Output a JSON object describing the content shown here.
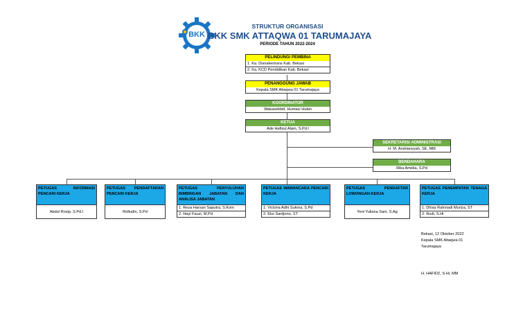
{
  "header": {
    "logo_text": "BKK",
    "subtitle": "STRUKTUR ORGANISASI",
    "title": "BKK SMK ATTAQWA 01 TARUMAJAYA",
    "period": "PERIODE TAHUN 2022-2024"
  },
  "pelindung": {
    "label": "PELINDUNG/ PEMBINA",
    "items": [
      "1. Ka. Disnakertrans Kab. Bekasi",
      "2. Ka. KCD Pendidikan Kab. Bekasi"
    ]
  },
  "penanggung_jawab": {
    "label": "PENANGGUNG JAWAB",
    "name": "Kepala SMK Attaqwa 01 Tarumajaya"
  },
  "koordinator": {
    "label": "KOORDINATOR",
    "name": "Wakasekbid. Humas/ Hubin"
  },
  "ketua": {
    "label": "KETUA",
    "name": "Ade Hafizul Alam, S.Pd.I"
  },
  "sekretaris": {
    "label": "SEKRETARIS/ ADMINISTRASI",
    "name": "H. M. Andriansyah, SE, MM"
  },
  "bendahara": {
    "label": "BENDAHARA",
    "name": "Rika Amelia, S.Pd"
  },
  "petugas": [
    {
      "label": "PETUGAS INFORMASI PENCARI KERJA",
      "names": [
        "Abdul Rosip, S.Pd.I"
      ]
    },
    {
      "label": "PETUGAS PENDAFTARAN PENCARI KERJA",
      "names": [
        "Rofiudin, S.Pd"
      ]
    },
    {
      "label": "PETUGAS PENYULUHAN BIMBINGAN JABATAN DAN ANALISA JABATAN",
      "names": [
        "1. Reza Harsan Saputra, S.Kom",
        "2. Hayi Fauzi, M.Pd"
      ]
    },
    {
      "label": "PETUGAS WAWANCARA PENCARI KERJA",
      "names": [
        "1. Victoria Adhi Sukma, S.Pd",
        "2. Eko Sardjono, ST"
      ]
    },
    {
      "label": "PETUGAS PENDAFTAR LOWONGAN KERJA",
      "names": [
        "Yeni Yuliana Sani, S.Ag"
      ]
    },
    {
      "label": "PETUGAS PENEMPATAN TENAGA KERJA",
      "names": [
        "1. Dhisa Rahmadi Muriza, ST",
        "2. Rudi, S.Hi"
      ]
    }
  ],
  "signature": {
    "place_date": "Bekasi, 12 Oktober 2022",
    "position_line1": "Kepala SMK Attaqwa 01",
    "position_line2": "Tarumajaya",
    "name": "H. HAFIDZ, S.Hi, MM"
  },
  "colors": {
    "yellow": "#ffff00",
    "green": "#70ad47",
    "blue": "#1ca7e6",
    "title": "#1f4e8c"
  }
}
